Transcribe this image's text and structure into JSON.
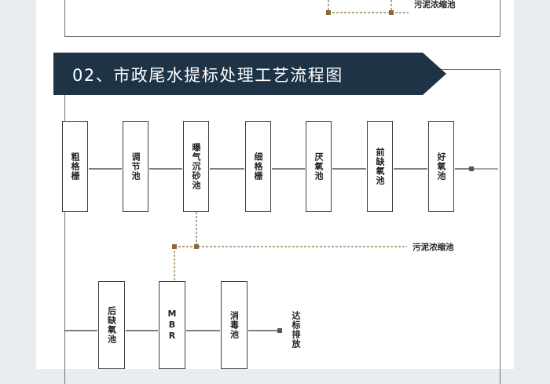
{
  "top_fragment": {
    "sludge_label": "污泥浓缩池"
  },
  "section": {
    "title": "02、市政尾水提标处理工艺流程图"
  },
  "row1": [
    {
      "label": "粗格栅"
    },
    {
      "label": "调节池"
    },
    {
      "label": "曝气沉砂池"
    },
    {
      "label": "细格栅"
    },
    {
      "label": "厌氧池"
    },
    {
      "label": "前缺氧池"
    },
    {
      "label": "好氧池"
    }
  ],
  "row2": [
    {
      "label": "后缺氧池"
    },
    {
      "label": "MBR"
    },
    {
      "label": "消毒池"
    }
  ],
  "sludge": {
    "label": "污泥浓缩池"
  },
  "outlet": {
    "label": "达标排放"
  },
  "colors": {
    "title_bg": "#1f3347",
    "box_border": "#3b3f45",
    "sludge_line": "#8a6a3a",
    "frame": "#6a7380"
  }
}
